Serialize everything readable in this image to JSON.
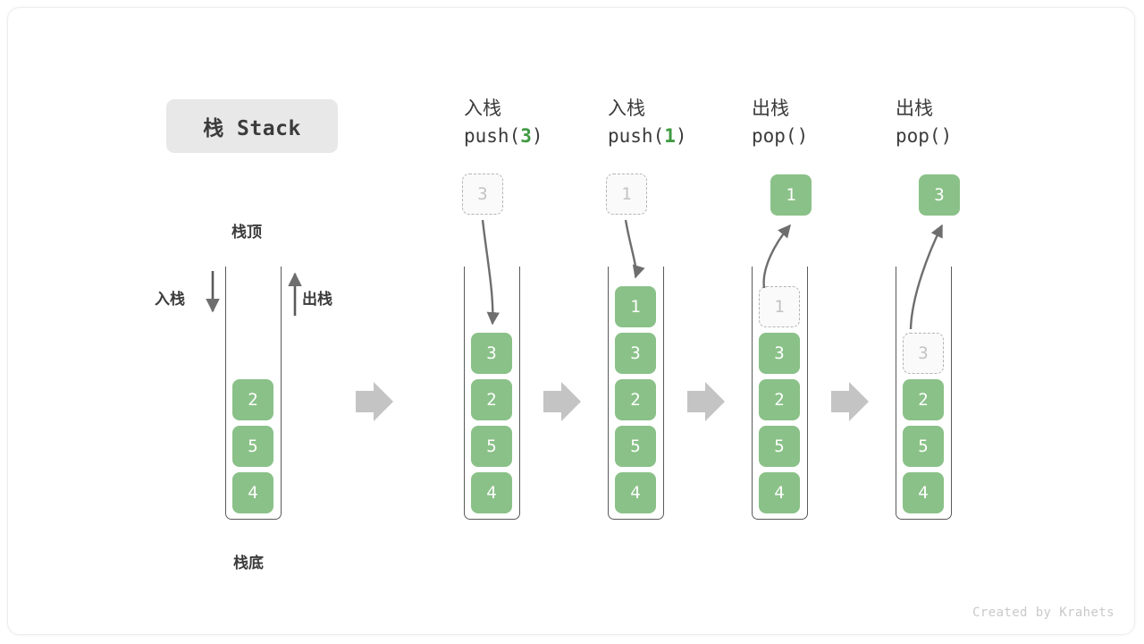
{
  "title_chip": {
    "label": "栈 Stack"
  },
  "credit": {
    "text": "Created by Krahets"
  },
  "labels": {
    "top": "栈顶",
    "bottom": "栈底",
    "push_side": "入栈",
    "pop_side": "出栈"
  },
  "colors": {
    "cell_fill": "#8ac188",
    "cell_text": "#ffffff",
    "ghost_fill": "#fafafa",
    "ghost_border": "#b4b4b4",
    "ghost_text": "#c3c3c3",
    "arrow": "#6e6e6e",
    "flow_arrow": "#c4c4c4",
    "tube_border": "#5a5a5a",
    "code_arg": "#3f9a41",
    "text": "#3b3b3b",
    "chip_bg": "#e8e8e8"
  },
  "stages": [
    {
      "id": "initial",
      "caption_cn": "",
      "caption_code": "",
      "code_arg": "",
      "cells": [
        {
          "value": "2",
          "state": "filled"
        },
        {
          "value": "5",
          "state": "filled"
        },
        {
          "value": "4",
          "state": "filled"
        }
      ],
      "floating": null
    },
    {
      "id": "push-3",
      "caption_cn": "入栈",
      "caption_code_pre": "push(",
      "code_arg": "3",
      "caption_code_post": ")",
      "incoming": "3",
      "cells": [
        {
          "value": "3",
          "state": "filled"
        },
        {
          "value": "2",
          "state": "filled"
        },
        {
          "value": "5",
          "state": "filled"
        },
        {
          "value": "4",
          "state": "filled"
        }
      ],
      "floating": null
    },
    {
      "id": "push-1",
      "caption_cn": "入栈",
      "caption_code_pre": "push(",
      "code_arg": "1",
      "caption_code_post": ")",
      "incoming": "1",
      "cells": [
        {
          "value": "1",
          "state": "filled"
        },
        {
          "value": "3",
          "state": "filled"
        },
        {
          "value": "2",
          "state": "filled"
        },
        {
          "value": "5",
          "state": "filled"
        },
        {
          "value": "4",
          "state": "filled"
        }
      ],
      "floating": null
    },
    {
      "id": "pop-1",
      "caption_cn": "出栈",
      "caption_code_pre": "pop(",
      "code_arg": "",
      "caption_code_post": ")",
      "cells": [
        {
          "value": "1",
          "state": "ghost"
        },
        {
          "value": "3",
          "state": "filled"
        },
        {
          "value": "2",
          "state": "filled"
        },
        {
          "value": "5",
          "state": "filled"
        },
        {
          "value": "4",
          "state": "filled"
        }
      ],
      "floating": "1"
    },
    {
      "id": "pop-3",
      "caption_cn": "出栈",
      "caption_code_pre": "pop(",
      "code_arg": "",
      "caption_code_post": ")",
      "cells": [
        {
          "value": "3",
          "state": "ghost"
        },
        {
          "value": "2",
          "state": "filled"
        },
        {
          "value": "5",
          "state": "filled"
        },
        {
          "value": "4",
          "state": "filled"
        }
      ],
      "floating": "3"
    }
  ],
  "flow_arrows": 4
}
